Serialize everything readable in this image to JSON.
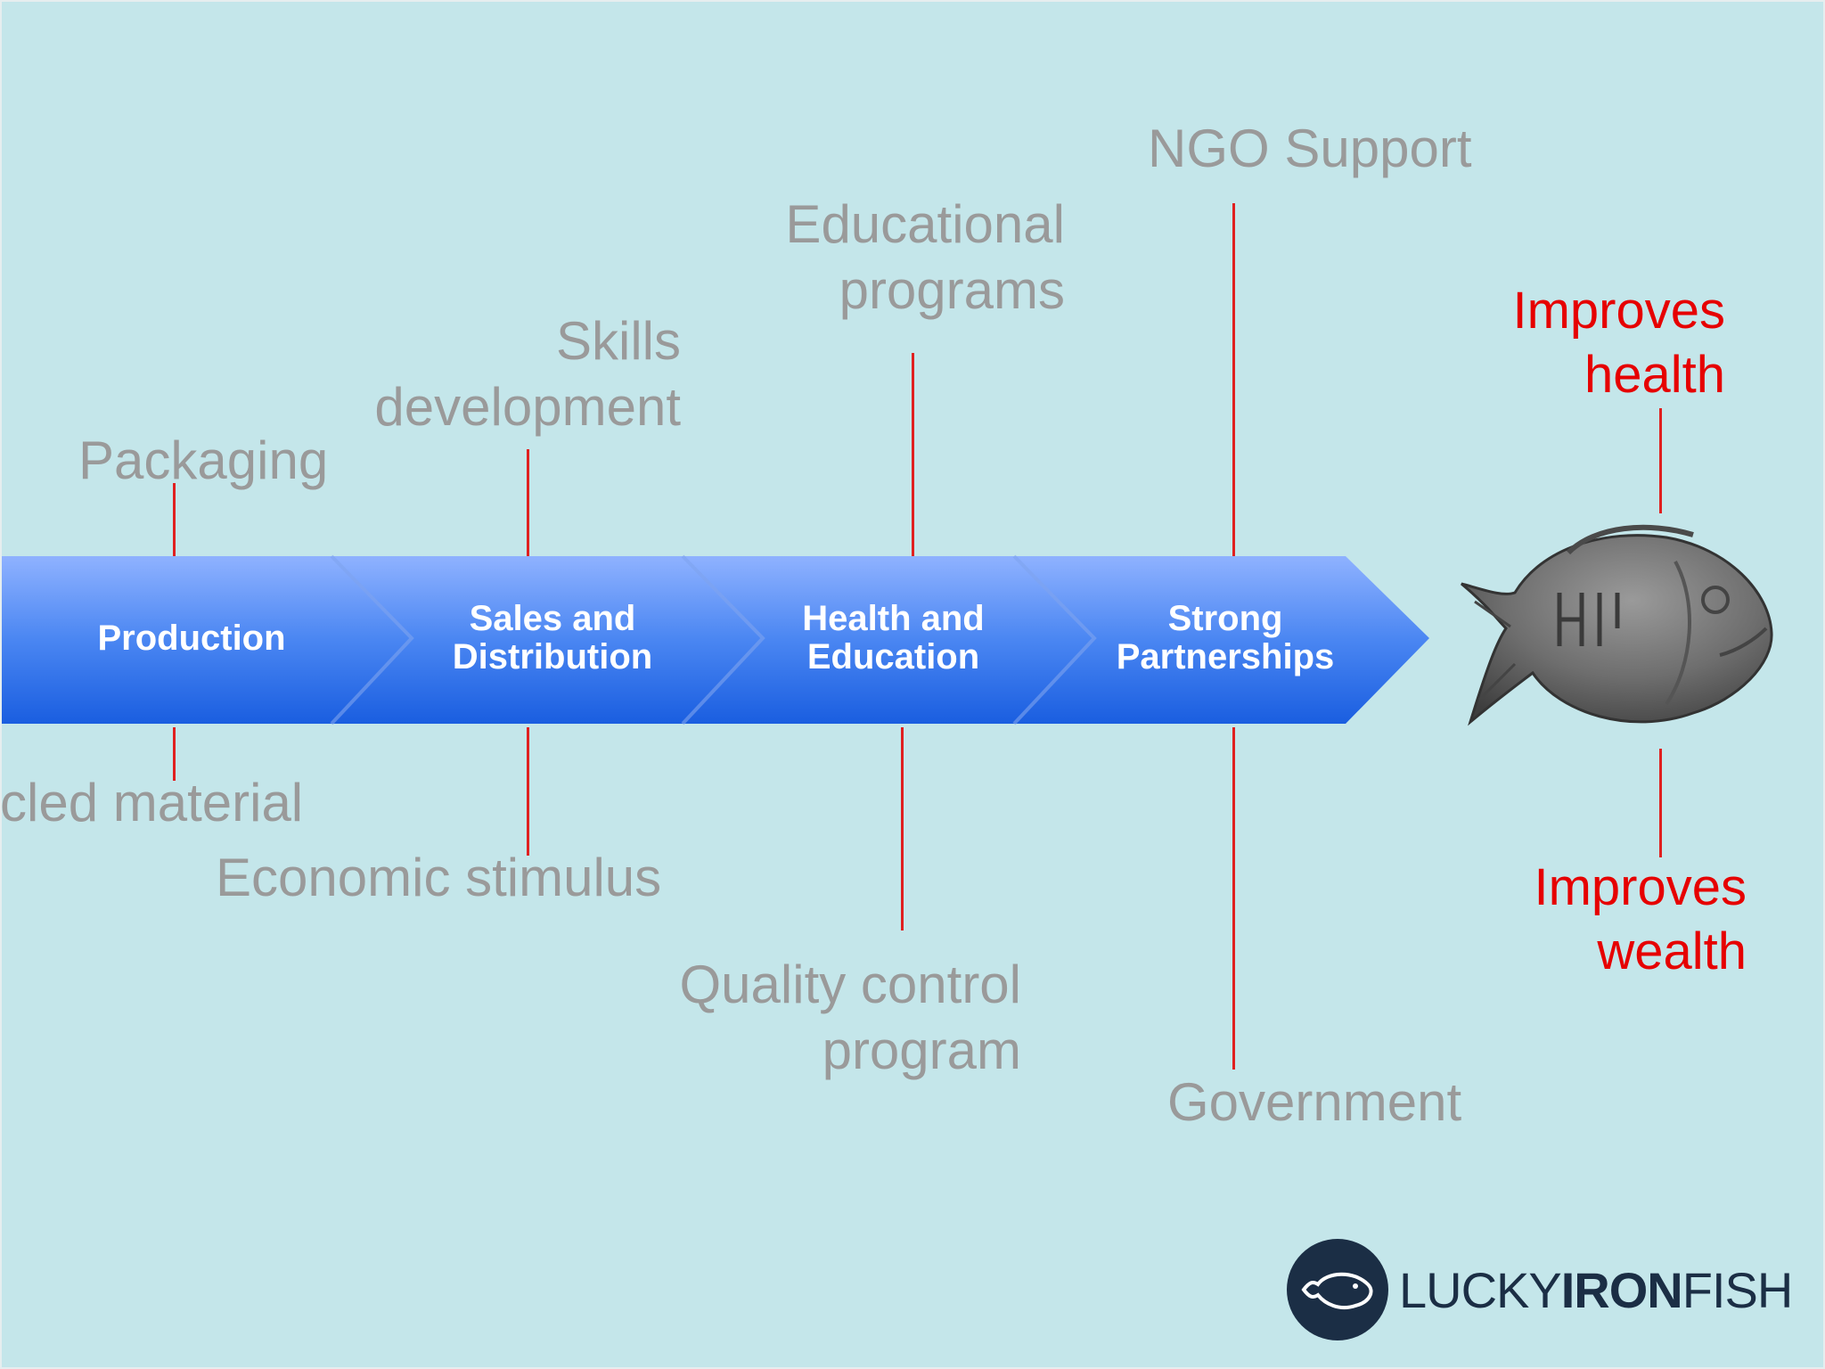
{
  "stages": [
    {
      "line1": "Production",
      "line2": ""
    },
    {
      "line1": "Sales and",
      "line2": "Distribution"
    },
    {
      "line1": "Health and",
      "line2": "Education"
    },
    {
      "line1": "Strong",
      "line2": "Partnerships"
    }
  ],
  "top_labels": {
    "packaging": "Packaging",
    "skills": [
      "Skills",
      "development"
    ],
    "educational": [
      "Educational",
      "programs"
    ],
    "ngo": "NGO Support"
  },
  "bottom_labels": {
    "recycled": "cled material",
    "economic": "Economic stimulus",
    "quality": [
      "Quality control",
      "program"
    ],
    "government": "Government"
  },
  "outcomes": {
    "health": [
      "Improves",
      "health"
    ],
    "wealth": [
      "Improves",
      "wealth"
    ]
  },
  "logo": {
    "word1": "LUCKY",
    "word2": "IRON",
    "word3": "FISH"
  },
  "colors": {
    "background": "#c4e6ea",
    "gray_text": "#9a9a9a",
    "red": "#e60000",
    "arrow_top": "#8fb2ff",
    "arrow_bottom": "#1a5ee0",
    "logo_navy": "#1b2e45"
  },
  "icons": {
    "fish_image": "cast-iron-fish-icon",
    "logo_mark": "fish-logo-icon"
  }
}
